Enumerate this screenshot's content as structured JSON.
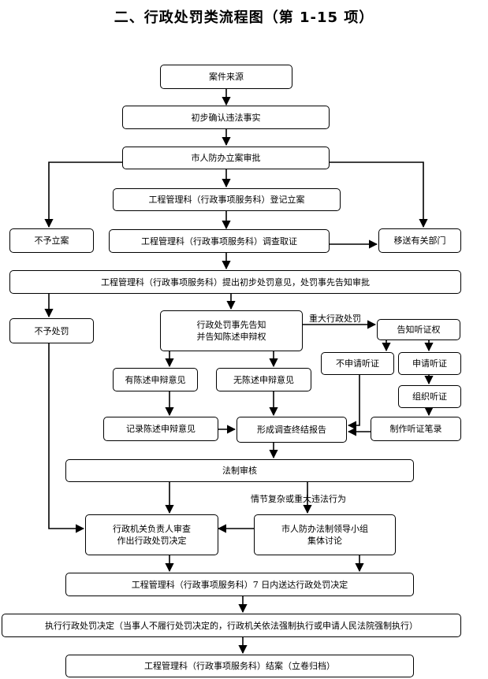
{
  "title": "二、行政处罚类流程图（第 1-15 项）",
  "nodes": {
    "case_source": "案件来源",
    "preliminary_confirm": "初步确认违法事实",
    "city_approval": "市人防办立案审批",
    "register_case": "工程管理科（行政事项服务科）登记立案",
    "no_case_left": "不予立案",
    "investigate": "工程管理科（行政事项服务科）调查取证",
    "transfer": "移送有关部门",
    "initial_opinion": "工程管理科（行政事项服务科）提出初步处罚意见，处罚事先告知审批",
    "no_penalty": "不予处罚",
    "advance_notice_1": "行政处罚事先告知",
    "advance_notice_2": "并告知陈述申辩权",
    "inform_hearing": "告知听证权",
    "no_hearing": "不申请听证",
    "apply_hearing": "申请听证",
    "with_statement": "有陈述申辩意见",
    "without_statement": "无陈述申辩意见",
    "organize_hearing": "组织听证",
    "record_statement": "记录陈述申辩意见",
    "final_report": "形成调查终结报告",
    "hearing_record": "制作听证笔录",
    "legal_review": "法制审核",
    "head_review_1": "行政机关负责人审查",
    "head_review_2": "作出行政处罚决定",
    "group_discuss_1": "市人防办法制领导小组",
    "group_discuss_2": "集体讨论",
    "deliver_decision": "工程管理科（行政事项服务科）7 日内送达行政处罚决定",
    "execute": "执行行政处罚决定（当事人不履行处罚决定的，行政机关依法强制执行或申请人民法院强制执行）",
    "close_case": "工程管理科（行政事项服务科）结案（立卷归档）"
  },
  "labels": {
    "major_penalty": "重大行政处罚",
    "complex_case": "情节复杂或重大违法行为"
  }
}
